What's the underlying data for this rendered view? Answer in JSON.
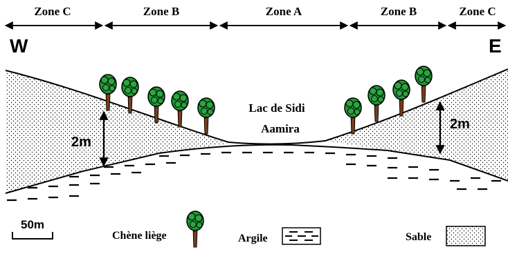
{
  "zones": [
    {
      "label": "Zone C"
    },
    {
      "label": "Zone B"
    },
    {
      "label": "Zone A"
    },
    {
      "label": "Zone B"
    },
    {
      "label": "Zone C"
    }
  ],
  "directions": {
    "west": "W",
    "east": "E"
  },
  "lake_label_line1": "Lac de Sidi",
  "lake_label_line2": "Aamira",
  "depth_left": "2m",
  "depth_right": "2m",
  "scale_bar": "50m",
  "legend": {
    "cork_oak": "Chène liège",
    "clay": "Argile",
    "sand": "Sable"
  },
  "colors": {
    "tree_canopy": "#1f9a35",
    "tree_trunk": "#7a3d1a",
    "line": "#000000"
  },
  "icons": [
    "double-arrow-icon",
    "cork-oak-tree-icon",
    "clay-pattern-icon",
    "sand-pattern-icon"
  ]
}
